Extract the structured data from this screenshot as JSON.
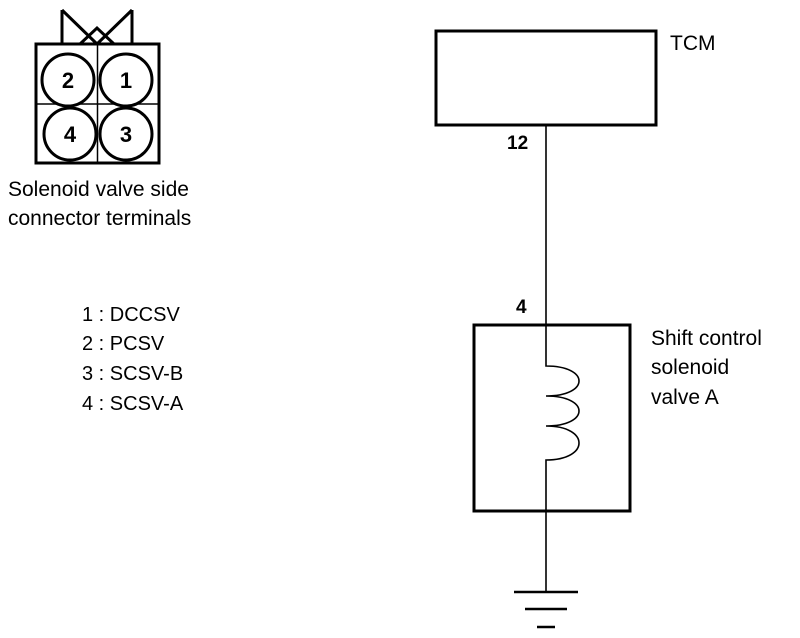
{
  "connector": {
    "caption_line1": "Solenoid valve side",
    "caption_line2": "connector terminals",
    "terminals": {
      "top_left": "2",
      "top_right": "1",
      "bottom_left": "4",
      "bottom_right": "3"
    }
  },
  "legend": [
    "1 : DCCSV",
    "2 : PCSV",
    "3 : SCSV-B",
    "4 : SCSV-A"
  ],
  "tcm": {
    "label": "TCM",
    "pin": "12"
  },
  "solenoid": {
    "pin": "4",
    "label_line1": "Shift control",
    "label_line2": "solenoid",
    "label_line3": "valve A"
  }
}
